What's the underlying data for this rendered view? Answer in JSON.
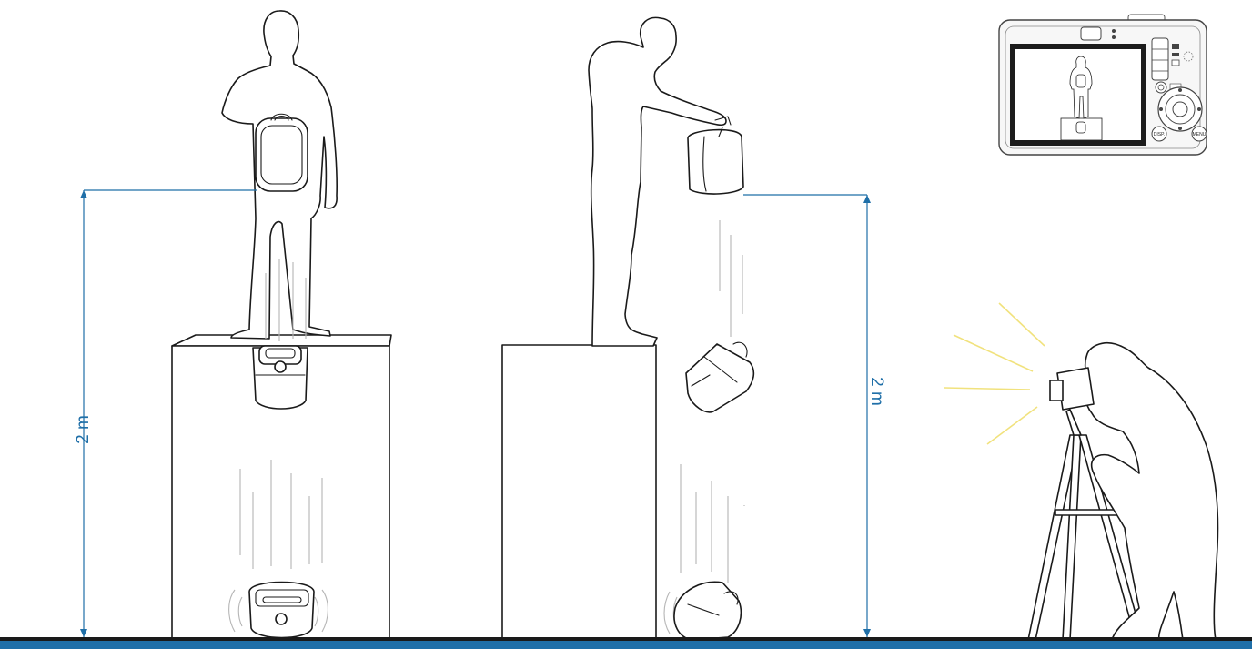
{
  "dimensions": {
    "left_height_label": "2 m",
    "right_height_label": "2 m"
  },
  "colors": {
    "dimension_line": "#1f6fa8",
    "floor_line": "#1f6fa8",
    "flash_rays": "#f1e27d",
    "outline": "#1a1a1a"
  },
  "camera": {
    "dial_labels": [
      "DISP.",
      "MENU"
    ]
  }
}
